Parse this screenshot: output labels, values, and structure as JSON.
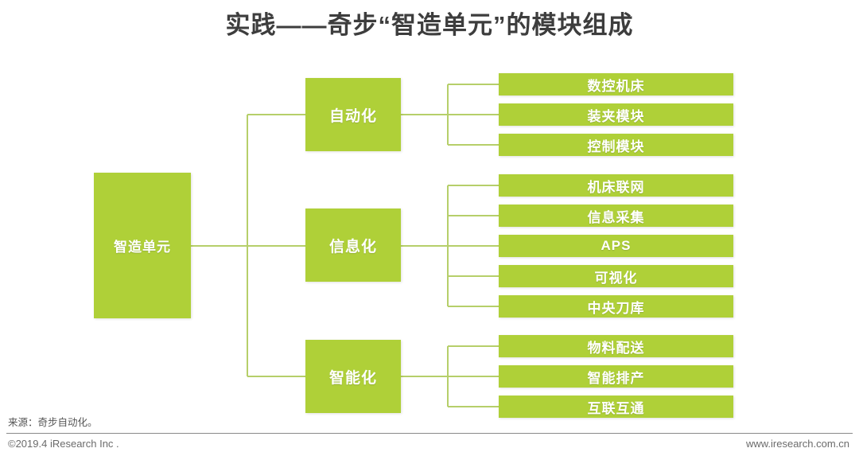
{
  "page": {
    "title": "实践——奇步“智造单元”的模块组成",
    "accent_color": "#AFD038",
    "connector_color": "#B6CF6A",
    "title_color": "#3D3D3D"
  },
  "diagram": {
    "type": "tree",
    "root": {
      "label": "智造单元"
    },
    "branches": [
      {
        "label": "自动化",
        "leaves": [
          {
            "label": "数控机床"
          },
          {
            "label": "装夹模块"
          },
          {
            "label": "控制模块"
          }
        ]
      },
      {
        "label": "信息化",
        "leaves": [
          {
            "label": "机床联网"
          },
          {
            "label": "信息采集"
          },
          {
            "label": "APS"
          },
          {
            "label": "可视化"
          },
          {
            "label": "中央刀库"
          }
        ]
      },
      {
        "label": "智能化",
        "leaves": [
          {
            "label": "物料配送"
          },
          {
            "label": "智能排产"
          },
          {
            "label": "互联互通"
          }
        ]
      }
    ]
  },
  "footer": {
    "source": "来源：奇步自动化。",
    "copyright": "©2019.4 iResearch Inc .",
    "website": "www.iresearch.com.cn"
  }
}
